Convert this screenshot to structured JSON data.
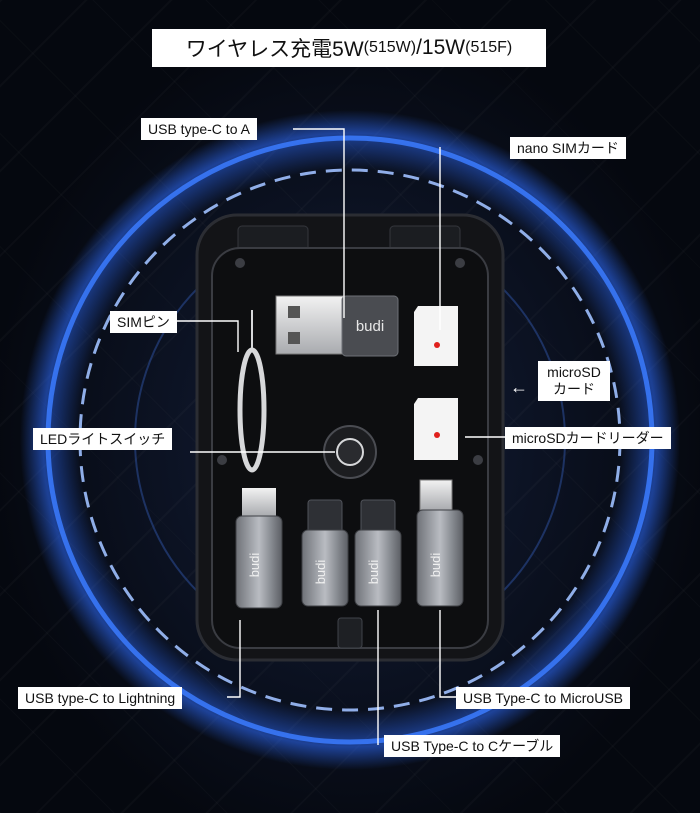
{
  "title": {
    "main": "ワイヤレス充電5W",
    "model1": "(515W)",
    "sep": "/15W",
    "model2": "(515F)"
  },
  "labels": {
    "usb_c_to_a": "USB type-C to A",
    "nano_sim": "nano SIMカード",
    "sim_pin": "SIMピン",
    "microsd_card_line1": "microSD",
    "microsd_card_line2": "カード",
    "led_switch": "LEDライトスイッチ",
    "microsd_reader": "microSDカードリーダー",
    "usb_c_to_lightning": "USB type-C to Lightning",
    "usb_c_to_micro": "USB Type-C to MicroUSB",
    "usb_c_to_c_cable": "USB Type-C to Cケーブル"
  },
  "brand": "budi",
  "arrow_glyph": "←",
  "colors": {
    "ring_blue": "#2f6dff",
    "dashed_ring": "#9fc0ff",
    "case_black": "#16181c",
    "sd_red": "#e0201c"
  }
}
